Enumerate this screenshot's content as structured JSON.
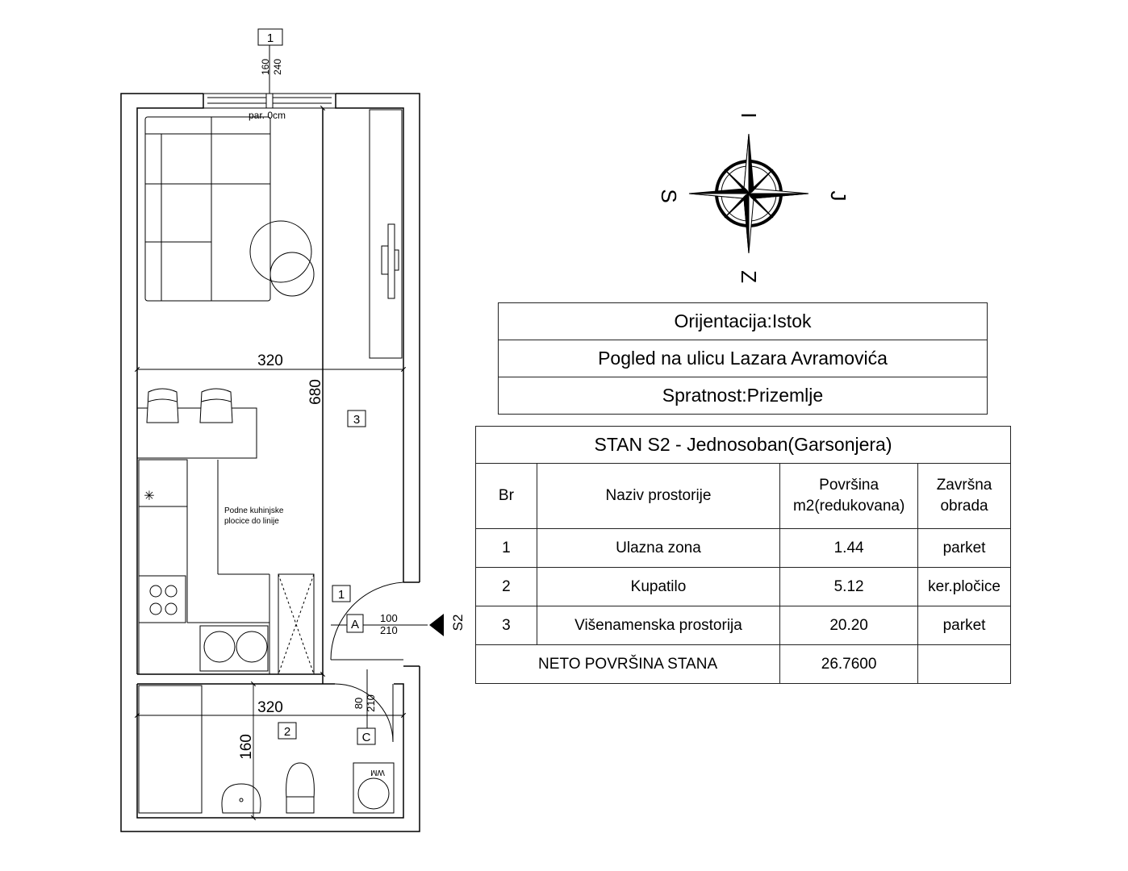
{
  "plan": {
    "window_tag": "1",
    "window_dims": [
      "160",
      "240"
    ],
    "par_label": "par. 0cm",
    "room_tags": {
      "vrooms": "3",
      "entry": "1",
      "bath": "2"
    },
    "dimensions": {
      "top_width": "320",
      "height": "680",
      "bath_width": "320",
      "bath_height": "160"
    },
    "door_a": {
      "letter": "A",
      "w": "100",
      "h": "210"
    },
    "door_c": {
      "letter": "C",
      "w": "80",
      "h": "210"
    },
    "kitchen_note": [
      "Podne kuhinjske",
      "plocice do linije"
    ],
    "section_label": "S2",
    "wm_label": "WM"
  },
  "compass": {
    "north": "I",
    "south": "Z",
    "west": "S",
    "east": "J"
  },
  "orientation_table": [
    "Orijentacija:Istok",
    "Pogled na ulicu Lazara Avramovića",
    "Spratnost:Prizemlje"
  ],
  "unit_table": {
    "title": "STAN S2 - Jednosoban(Garsonjera)",
    "headers": {
      "br": "Br",
      "naziv": "Naziv prostorije",
      "povrsina": [
        "Površina",
        "m2(redukovana)"
      ],
      "obrada": [
        "Završna",
        "obrada"
      ]
    },
    "rows": [
      {
        "br": "1",
        "naziv": "Ulazna zona",
        "povrsina": "1.44",
        "obrada": "parket"
      },
      {
        "br": "2",
        "naziv": "Kupatilo",
        "povrsina": "5.12",
        "obrada": "ker.pločice"
      },
      {
        "br": "3",
        "naziv": "Višenamenska prostorija",
        "povrsina": "20.20",
        "obrada": "parket"
      }
    ],
    "total_label": "NETO POVRŠINA STANA",
    "total_value": "26.7600"
  }
}
